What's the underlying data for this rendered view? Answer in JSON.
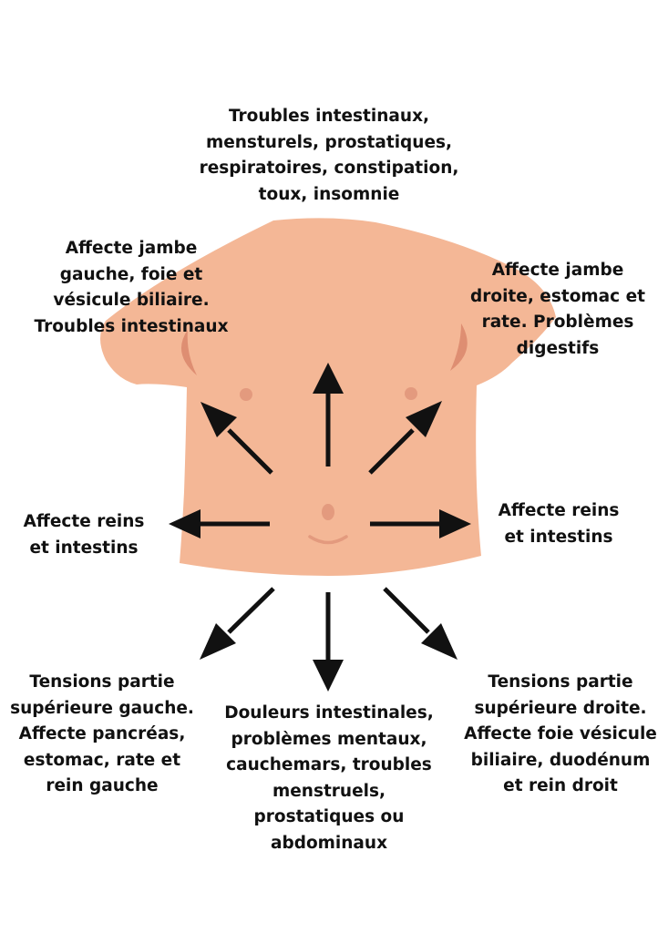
{
  "colors": {
    "skin": "#F4B796",
    "skin_shadow": "#DE8E72",
    "nipple": "#E39A7E",
    "arrow": "#111111",
    "text": "#111111",
    "background": "#FFFFFF"
  },
  "labels": {
    "top": [
      "Troubles intestinaux,",
      "mensturels, prostatiques,",
      "respiratoires, constipation,",
      "toux, insomnie"
    ],
    "upper_left": [
      "Affecte jambe",
      "gauche, foie et",
      "vésicule biliaire.",
      "Troubles intestinaux"
    ],
    "upper_right": [
      "Affecte jambe",
      "droite, estomac et",
      "rate. Problèmes",
      "digestifs"
    ],
    "mid_left": [
      "Affecte reins",
      "et intestins"
    ],
    "mid_right": [
      "Affecte reins",
      "et intestins"
    ],
    "lower_left": [
      "Tensions partie",
      "supérieure gauche.",
      "Affecte pancréas,",
      "estomac, rate et",
      "rein gauche"
    ],
    "bottom": [
      "Douleurs intestinales,",
      "problèmes mentaux,",
      "cauchemars, troubles",
      "menstruels,",
      "prostatiques ou",
      "abdominaux"
    ],
    "lower_right": [
      "Tensions partie",
      "supérieure droite.",
      "Affecte foie vésicule",
      "biliaire, duodénum",
      "et rein droit"
    ]
  },
  "arrow_directions": [
    "up",
    "up-left",
    "up-right",
    "left",
    "right",
    "down-left",
    "down",
    "down-right"
  ]
}
